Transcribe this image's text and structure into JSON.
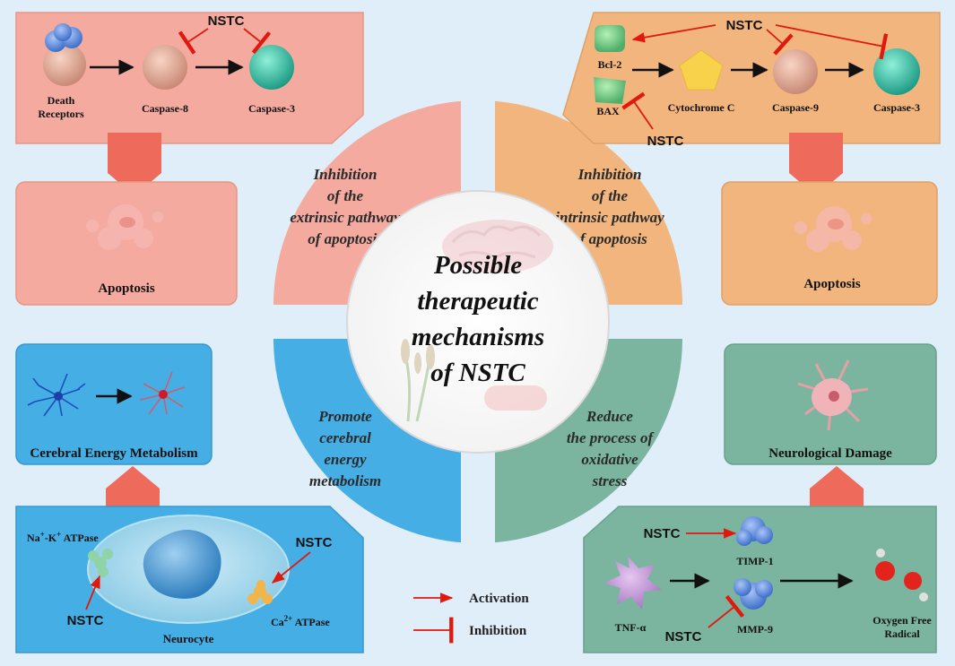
{
  "center": {
    "lines": [
      "Possible",
      "therapeutic",
      "mechanisms",
      "of NSTC"
    ]
  },
  "quadrants": {
    "extrinsic": [
      "Inhibition",
      "of the",
      "extrinsic pathway",
      "of apoptosis"
    ],
    "intrinsic": [
      "Inhibition",
      "of the",
      "intrinsic pathway",
      "of apoptosis"
    ],
    "energy": [
      "Promote",
      "cerebral",
      "energy",
      "metabolism"
    ],
    "oxidative": [
      "Reduce",
      "the process of",
      "oxidative",
      "stress"
    ]
  },
  "extrinsic_panel": {
    "nstc": "NSTC",
    "death_receptors": [
      "Death",
      "Receptors"
    ],
    "caspase8": "Caspase-8",
    "caspase3": "Caspase-3",
    "result": "Apoptosis"
  },
  "intrinsic_panel": {
    "nstc_top": "NSTC",
    "nstc_bottom": "NSTC",
    "bcl2": "Bcl-2",
    "bax": "BAX",
    "cytochrome": "Cytochrome C",
    "caspase9": "Caspase-9",
    "caspase3": "Caspase-3",
    "result": "Apoptosis"
  },
  "energy_panel": {
    "result": "Cerebral Energy Metabolism",
    "na_k": {
      "base": "Na",
      "sup1": "+",
      "mid": "-K",
      "sup2": "+",
      "rest": " ATPase"
    },
    "ca": {
      "base": "Ca",
      "sup": "2+",
      "rest": " ATPase"
    },
    "nstc_left": "NSTC",
    "nstc_right": "NSTC",
    "neurocyte": "Neurocyte"
  },
  "oxidative_panel": {
    "result": "Neurological Damage",
    "nstc_top": "NSTC",
    "nstc_bottom": "NSTC",
    "timp1": "TIMP-1",
    "mmp9": "MMP-9",
    "tnf": "TNF-α",
    "radical": [
      "Oxygen Free",
      "Radical"
    ]
  },
  "legend": {
    "activation": "Activation",
    "inhibition": "Inhibition"
  },
  "colors": {
    "salmon": "#f4aa9f",
    "orange": "#f2b57d",
    "blue": "#45aee5",
    "green": "#7bb5a0",
    "arrow_red": "#e0190f",
    "big_arrow": "#ee6a5b"
  }
}
